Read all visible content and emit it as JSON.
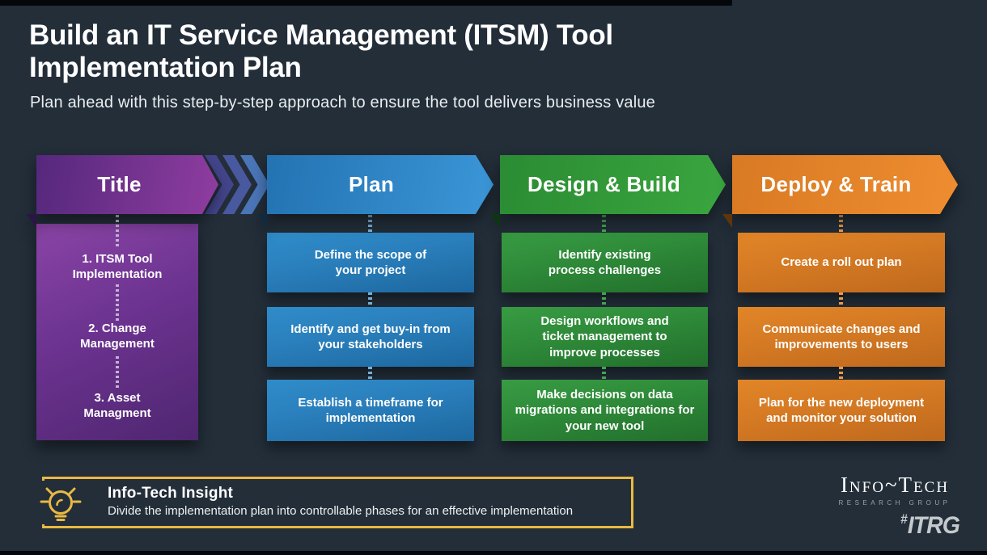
{
  "page": {
    "title_line1": "Build an IT Service Management (ITSM) Tool",
    "title_line2": "Implementation Plan",
    "subtitle": "Plan ahead with this step-by-step approach to ensure the tool delivers business value"
  },
  "columns": [
    {
      "header": "Title",
      "accent": "#6f2f92",
      "items": [
        {
          "num": "1.",
          "text": "ITSM Tool Implementation"
        },
        {
          "num": "2.",
          "text": "Change Management"
        },
        {
          "num": "3.",
          "text": "Asset Managment"
        }
      ]
    },
    {
      "header": "Plan",
      "accent": "#2e86c8",
      "items": [
        "Define the scope of your project",
        "Identify and get buy-in from your stakeholders",
        "Establish a timeframe for implementation"
      ]
    },
    {
      "header": "Design & Build",
      "accent": "#2f9437",
      "items": [
        "Identify existing process challenges",
        "Design workflows and ticket management to improve processes",
        "Make decisions on data migrations and integrations for your new tool"
      ]
    },
    {
      "header": "Deploy & Train",
      "accent": "#e07f27",
      "items": [
        "Create a roll out plan",
        "Communicate changes and improvements to users",
        "Plan for the new deployment and monitor your solution"
      ]
    }
  ],
  "insight": {
    "title": "Info-Tech Insight",
    "text": "Divide the implementation plan into controllable phases for an effective implementation"
  },
  "branding": {
    "logo_name": "Info~Tech",
    "logo_sub": "RESEARCH GROUP",
    "hashtag_prefix": "#",
    "hashtag_text": "ITRG"
  },
  "colors": {
    "background": "#232e39",
    "gold": "#e9b944",
    "purple": "#6f2f92",
    "blue": "#2e86c8",
    "green": "#2f9437",
    "orange": "#e07f27"
  }
}
